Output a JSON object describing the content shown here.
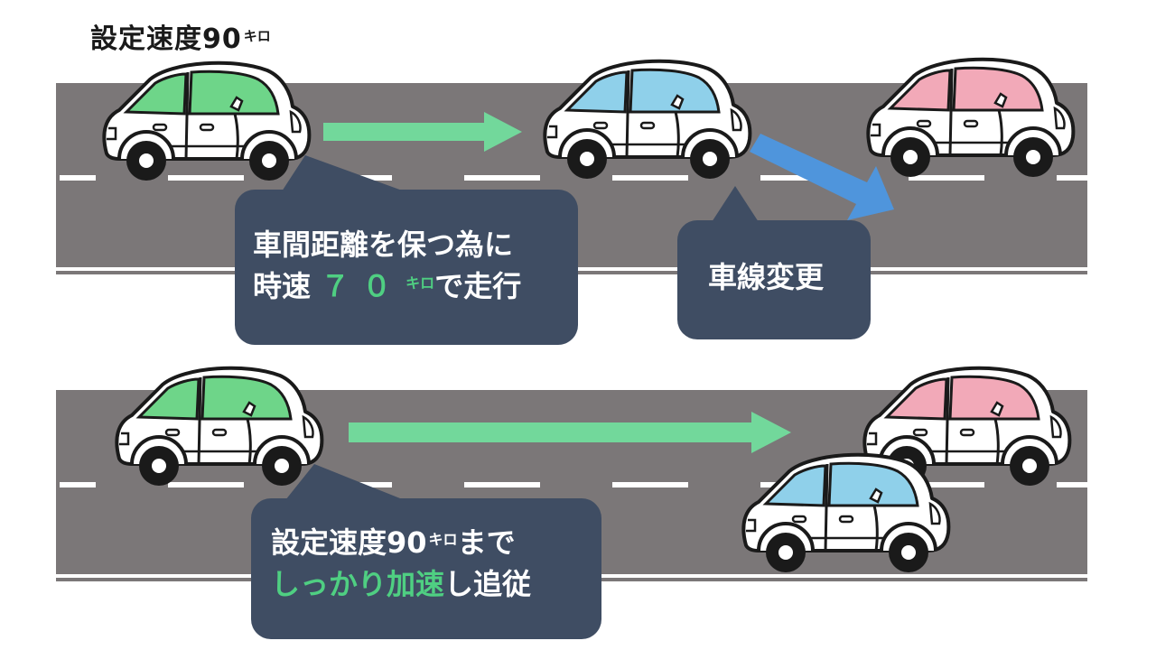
{
  "top_label": {
    "text": "設定速度90",
    "unit": "キロ"
  },
  "bubbles": {
    "keep_distance": {
      "line1": "車間距離を保つ為に",
      "line2_prefix": "時速",
      "line2_speed": "７０",
      "line2_unit": "キロ",
      "line2_suffix": "で走行"
    },
    "lane_change": {
      "text": "車線変更"
    },
    "accelerate": {
      "line1_prefix": "設定速度90",
      "line1_unit": "キロ",
      "line1_suffix": "まで",
      "line2_highlight": "しっかり加速",
      "line2_suffix": "し追従"
    }
  },
  "colors": {
    "road": "#7b7778",
    "lane_marking": "#ffffff",
    "bubble_bg": "#3f4d63",
    "highlight_green": "#4fcf82",
    "arrow_green": "#72d89b",
    "arrow_blue": "#4f95dc",
    "own_car_window": "#6ed589",
    "other_car_window": "#8fd0ea",
    "lead_car_window": "#f2a9b8"
  },
  "cars": [
    {
      "role": "own-car",
      "window_color": "green"
    },
    {
      "role": "other-car",
      "window_color": "blue"
    },
    {
      "role": "lead-car",
      "window_color": "pink"
    },
    {
      "role": "own-car",
      "window_color": "green"
    },
    {
      "role": "lead-car",
      "window_color": "pink"
    },
    {
      "role": "other-car",
      "window_color": "blue"
    }
  ]
}
